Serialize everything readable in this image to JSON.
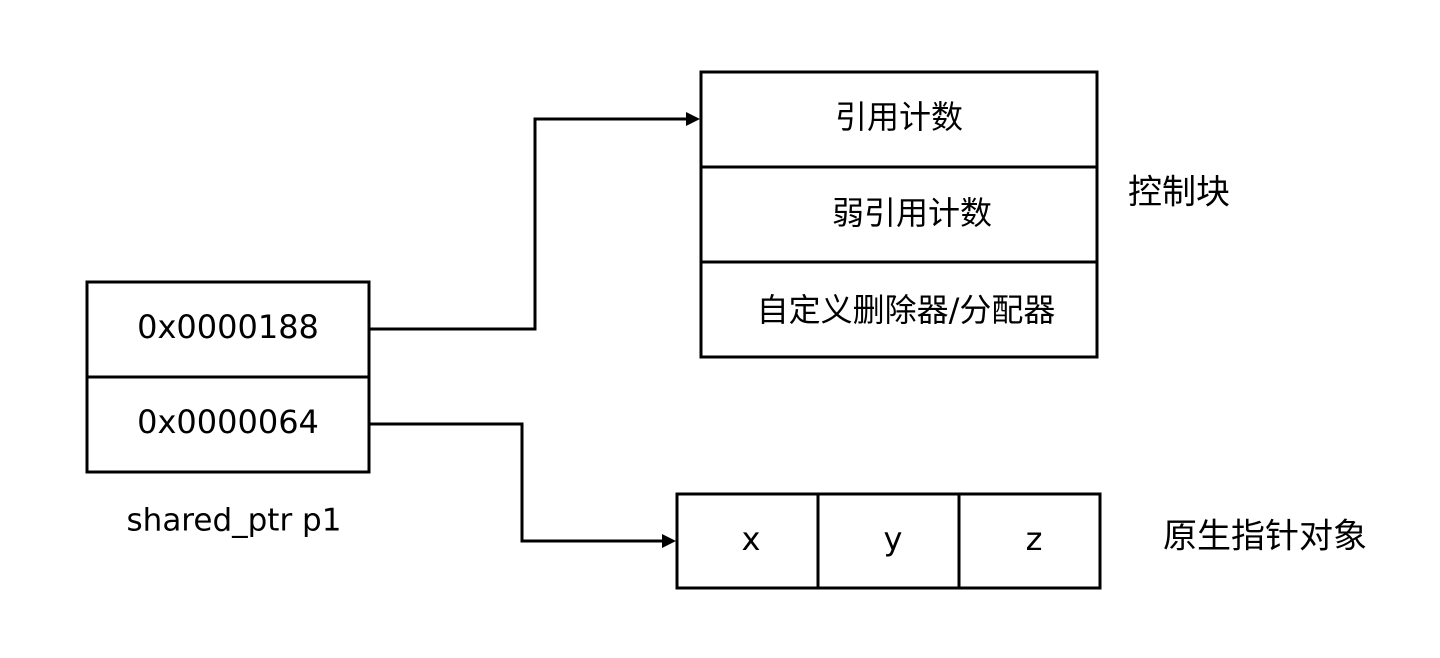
{
  "pointer": {
    "cells": [
      "0x0000188",
      "0x0000064"
    ],
    "caption": "shared_ptr p1"
  },
  "control_block": {
    "rows": [
      "引用计数",
      "弱引用计数",
      "自定义删除器/分配器"
    ],
    "label": "控制块"
  },
  "raw_object": {
    "cells": [
      "x",
      "y",
      "z"
    ],
    "label": "原生指针对象"
  },
  "colors": {
    "stroke": "#000000",
    "fill": "#ffffff"
  }
}
